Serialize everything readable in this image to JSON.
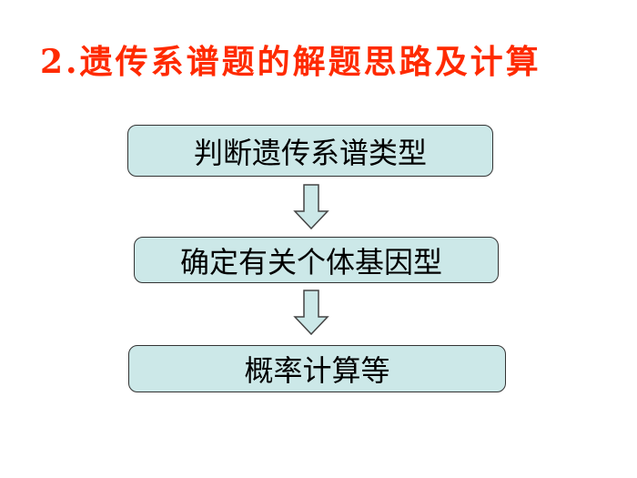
{
  "slide": {
    "title": "2.遗传系谱题的解题思路及计算",
    "steps": [
      "判断遗传系谱类型",
      "确定有关个体基因型",
      "概率计算等"
    ]
  },
  "colors": {
    "title": "#ff2a00",
    "box_fill": "#cce8e8",
    "box_border": "#333333",
    "arrow_fill": "#cce8e8"
  },
  "icons": [
    "down-arrow-icon",
    "down-arrow-icon"
  ]
}
